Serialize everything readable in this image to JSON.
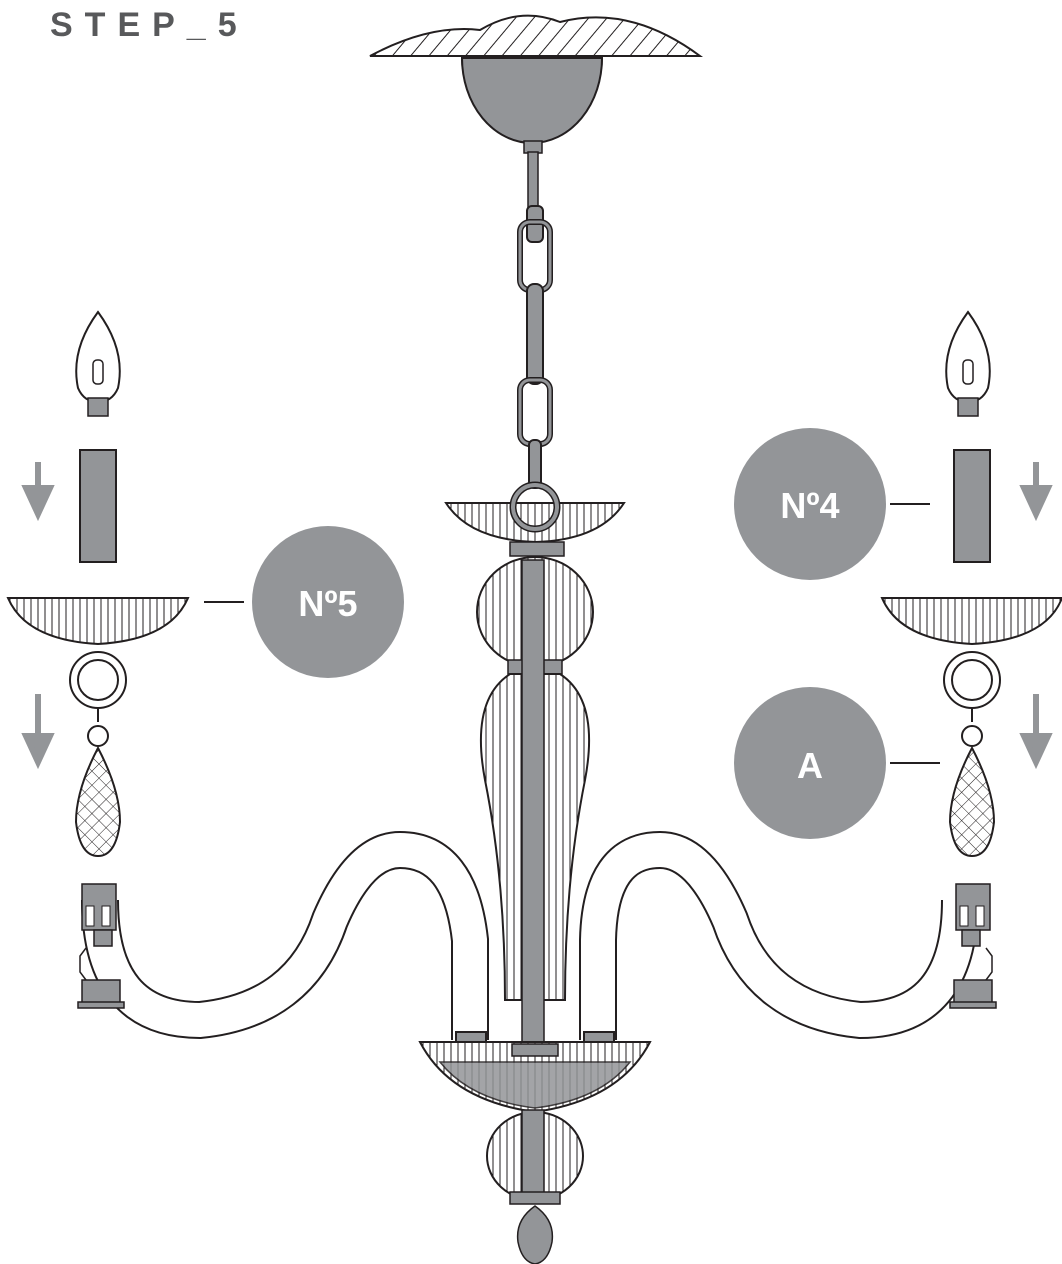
{
  "step_title": "STEP_5",
  "callouts": {
    "left_part": {
      "label": "Nº5"
    },
    "right_part": {
      "label": "Nº4"
    },
    "right_crystal": {
      "label": "A"
    }
  },
  "colors": {
    "part": "#939598",
    "ink": "#231f20",
    "text": "#58595b"
  }
}
